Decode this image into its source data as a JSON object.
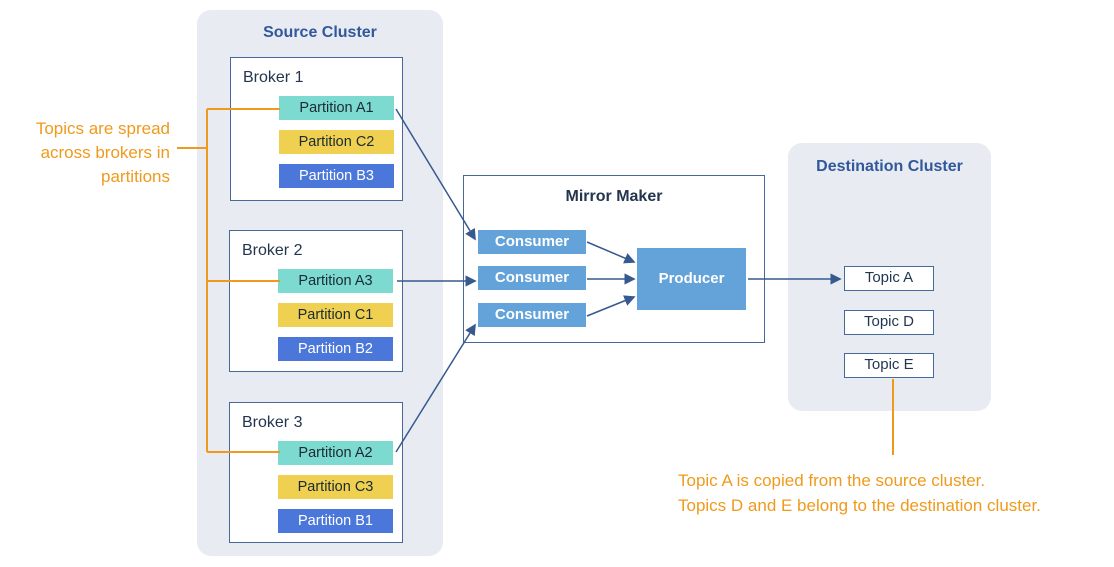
{
  "colors": {
    "annotation_orange": "#EF9A1C",
    "cluster_bg": "#E8EBF2",
    "box_border": "#46689B",
    "node_blue": "#64A2DA",
    "partition_teal": "#7CDAD1",
    "partition_yellow": "#F0D050",
    "partition_blue": "#4B77DA",
    "arrow": "#36598E",
    "title_navy": "#30589B",
    "label_dark": "#24354E"
  },
  "annotations": {
    "left": {
      "lines": [
        "Topics are spread",
        "across brokers in",
        "partitions"
      ]
    },
    "bottom": {
      "lines": [
        "Topic A is copied from the source cluster.",
        "Topics D and E belong to the destination cluster."
      ]
    }
  },
  "source_cluster": {
    "title": "Source Cluster",
    "brokers": [
      {
        "label": "Broker 1",
        "partitions": [
          {
            "label": "Partition A1",
            "color": "teal"
          },
          {
            "label": "Partition C2",
            "color": "yellow"
          },
          {
            "label": "Partition B3",
            "color": "blue"
          }
        ]
      },
      {
        "label": "Broker 2",
        "partitions": [
          {
            "label": "Partition A3",
            "color": "teal"
          },
          {
            "label": "Partition C1",
            "color": "yellow"
          },
          {
            "label": "Partition B2",
            "color": "blue"
          }
        ]
      },
      {
        "label": "Broker 3",
        "partitions": [
          {
            "label": "Partition A2",
            "color": "teal"
          },
          {
            "label": "Partition C3",
            "color": "yellow"
          },
          {
            "label": "Partition B1",
            "color": "blue"
          }
        ]
      }
    ]
  },
  "mirror_maker": {
    "title": "Mirror Maker",
    "consumers": [
      "Consumer",
      "Consumer",
      "Consumer"
    ],
    "producer": "Producer"
  },
  "destination_cluster": {
    "title": "Destination Cluster",
    "topics": [
      "Topic A",
      "Topic D",
      "Topic E"
    ]
  }
}
